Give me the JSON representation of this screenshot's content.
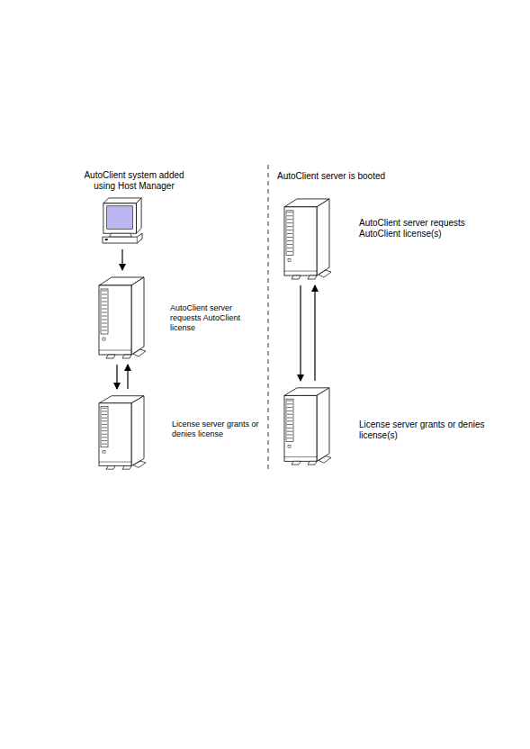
{
  "diagram": {
    "nodes": [
      {
        "text": [
          "AutoClient system added using Host Manager"
        ]
      },
      {
        "text": [
          "AutoClient server requests AutoClient license"
        ]
      },
      {
        "text": [
          "License server grants or denies license"
        ]
      },
      {
        "text": [
          "AutoClient server requests AutoClient license(s)"
        ]
      },
      {
        "text": [
          "License server grants or denies license(s)"
        ]
      }
    ],
    "edges": [
      {
        "from": 0,
        "to": 1,
        "arrow": "to"
      },
      {
        "from": 1,
        "to": 2,
        "arrow": "to"
      },
      {
        "from": 2,
        "to": 1,
        "arrow": "to"
      },
      {
        "from": 3,
        "to": 4,
        "arrow": "to"
      },
      {
        "from": 4,
        "to": 3,
        "arrow": "to"
      }
    ],
    "labels": [
      "AutoClient server is booted"
    ]
  }
}
